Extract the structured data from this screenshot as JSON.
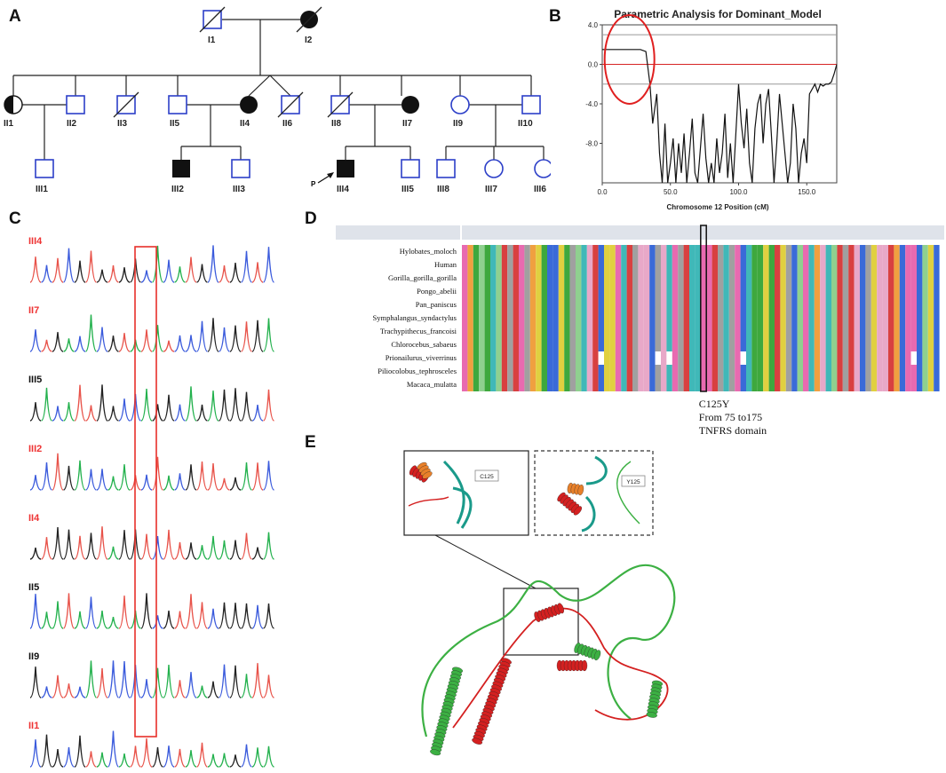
{
  "figure": {
    "panels": [
      "A",
      "B",
      "C",
      "D",
      "E"
    ]
  },
  "pedigree": {
    "generation1": [
      "I1",
      "I2"
    ],
    "generation2": [
      "II1",
      "II2",
      "II3",
      "II5",
      "II4",
      "II6",
      "II8",
      "II7",
      "II9",
      "II10"
    ],
    "generation3": [
      "III1",
      "III2",
      "III3",
      "III4",
      "III5",
      "III8",
      "III7",
      "III6"
    ],
    "proband_marker": "P"
  },
  "chart_data": {
    "type": "line",
    "title": "Parametric Analysis for Dominant_Model",
    "xlabel": "Chromosome 12 Position (cM)",
    "ylabel": "",
    "xlim": [
      0,
      172
    ],
    "ylim": [
      -12,
      4
    ],
    "yticks": [
      "4.0",
      "0.0",
      "-4.0",
      "-8.0"
    ],
    "xticks": [
      "0.0",
      "50.0",
      "100.0",
      "150.0"
    ],
    "reference_lines": [
      3.0,
      0.0,
      -2.0
    ],
    "series": [
      {
        "x": [
          0,
          5,
          10,
          15,
          20,
          25,
          28,
          32,
          35,
          37,
          40,
          42,
          44,
          46,
          48,
          50,
          52,
          54,
          56,
          58,
          60,
          62,
          64,
          66,
          68,
          70,
          72,
          74,
          76,
          78,
          80,
          82,
          84,
          86,
          88,
          90,
          92,
          94,
          96,
          98,
          100,
          102,
          104,
          106,
          108,
          110,
          112,
          114,
          116,
          118,
          120,
          122,
          124,
          126,
          128,
          130,
          132,
          134,
          136,
          138,
          140,
          142,
          144,
          146,
          148,
          150,
          152,
          154,
          156,
          158,
          160,
          162,
          164,
          166,
          168,
          170,
          172
        ],
        "y": [
          1.5,
          1.5,
          1.5,
          1.5,
          1.5,
          1.5,
          1.5,
          1.3,
          -2.0,
          -6.0,
          -3.0,
          -9.0,
          -12.0,
          -6.0,
          -12.0,
          -10.0,
          -7.5,
          -12.0,
          -8.0,
          -11.0,
          -7.0,
          -12.0,
          -9.0,
          -5.5,
          -11.0,
          -12.0,
          -8.5,
          -5.0,
          -9.5,
          -12.0,
          -10.0,
          -12.0,
          -7.5,
          -11.0,
          -9.0,
          -5.0,
          -11.5,
          -8.0,
          -12.0,
          -7.0,
          -2.0,
          -6.0,
          -8.5,
          -4.5,
          -10.0,
          -12.0,
          -6.5,
          -4.0,
          -3.0,
          -8.0,
          -4.0,
          -2.5,
          -7.0,
          -12.0,
          -8.0,
          -3.0,
          -6.0,
          -9.0,
          -12.0,
          -10.0,
          -4.0,
          -6.5,
          -12.0,
          -9.0,
          -7.5,
          -10.0,
          -3.0,
          -2.5,
          -2.0,
          -2.8,
          -2.0,
          -2.2,
          -2.0,
          -2.0,
          -1.8,
          -1.0,
          0.0
        ]
      }
    ]
  },
  "sanger": {
    "traces": [
      {
        "id": "III4",
        "affected": true
      },
      {
        "id": "II7",
        "affected": true
      },
      {
        "id": "III5",
        "affected": false
      },
      {
        "id": "III2",
        "affected": true
      },
      {
        "id": "II4",
        "affected": true
      },
      {
        "id": "II5",
        "affected": false
      },
      {
        "id": "II9",
        "affected": false
      },
      {
        "id": "II1",
        "affected": true
      }
    ],
    "colors": {
      "A": "#23b14d",
      "C": "#3b5bdc",
      "G": "#222222",
      "T": "#e8534a",
      "highlight": "#e8302a"
    }
  },
  "alignment": {
    "species": [
      "Hylobates_moloch",
      "Human",
      "Gorilla_gorilla_gorilla",
      "Pongo_abelii",
      "Pan_paniscus",
      "Symphalangus_syndactylus",
      "Trachypithecus_francoisi",
      "Chlorocebus_sabaeus",
      "Prionailurus_viverrinus",
      "Piliocolobus_tephrosceles",
      "Macaca_mulatta"
    ],
    "annotation": [
      "C125Y",
      "From 75 to175",
      "TNFRS domain"
    ]
  },
  "structure": {
    "inset_wt_label": "C125",
    "inset_mut_label": "Y125",
    "colors": {
      "wild": "#3cb043",
      "mutant": "#d42020",
      "teal": "#1a9a8a",
      "orange": "#e8802a"
    }
  }
}
